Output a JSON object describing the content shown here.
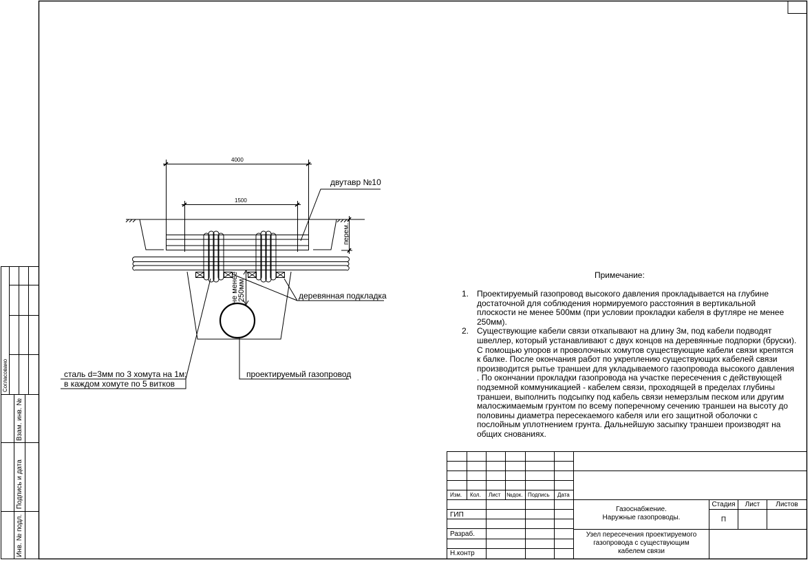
{
  "drawing": {
    "dim_outer": "4000",
    "dim_inner": "1500",
    "label_ibeam": "двутавр №10",
    "label_depth": "перем.",
    "label_clearance_1": "не менее",
    "label_clearance_2": "250мм",
    "label_wood": "деревянная подкладка",
    "label_pipe": "проектируемый газопровод",
    "label_clamp_1": "сталь d=3мм по 3 хомута на 1м;",
    "label_clamp_2": "в каждом хомуте по 5 витков"
  },
  "note": {
    "title": "Примечание:",
    "items": [
      {
        "num": "1.",
        "text": "Проектируемый газопровод высокого давления прокладывается на глубине достаточной для соблюдения нормируемого расстояния в вертикальной плоскости не менее  500мм (при условии прокладки кабеля в футляре не менее 250мм)."
      },
      {
        "num": "2.",
        "text": "Существующие кабели связи откапывают на длину 3м, под кабели подводят швеллер, который устанавливают с двух концов на деревянные подпорки (бруски). С помощью упоров и проволочных хомутов существующие кабели связи крепятся к балке. После окончания работ по укреплению существующих кабелей связи производится рытье траншеи для укладываемого газопровода высокого давления . По окончании прокладки газопровода  на участке пересечения с действующей подземной коммуникацией - кабелем связи, проходящей в пределах глубины траншеи,  выполнить подсыпку под кабель связи немерзлым  песком или другим малосжимаемым грунтом по всему поперечному сечению траншеи на высоту до половины диаметра пересекаемого кабеля или его защитной оболочки с послойным уплотнением грунта. Дальнейшую засыпку траншеи производят на общих снованиях."
      }
    ]
  },
  "side_stamp": {
    "agreed": "Согласовано",
    "vzam": "Взам. инв. №",
    "podpis": "Подпись и дата",
    "inv": "Инв. № подл."
  },
  "title_block": {
    "headers": [
      "Изм.",
      "Кол.",
      "Лист",
      "№док.",
      "Подпись",
      "Дата"
    ],
    "roles": [
      "ГИП",
      "Разраб.",
      "Н.контр"
    ],
    "project_1": "Газоснабжение.",
    "project_2": "Наружные газопроводы.",
    "stage_h": "Стадия",
    "sheet_h": "Лист",
    "sheets_h": "Листов",
    "stage": "П",
    "drawing_1": "Узел пересечения проектируемого",
    "drawing_2": "газопровода с существующим",
    "drawing_3": "кабелем связи"
  },
  "colors": {
    "line": "#000000",
    "background": "#ffffff"
  }
}
